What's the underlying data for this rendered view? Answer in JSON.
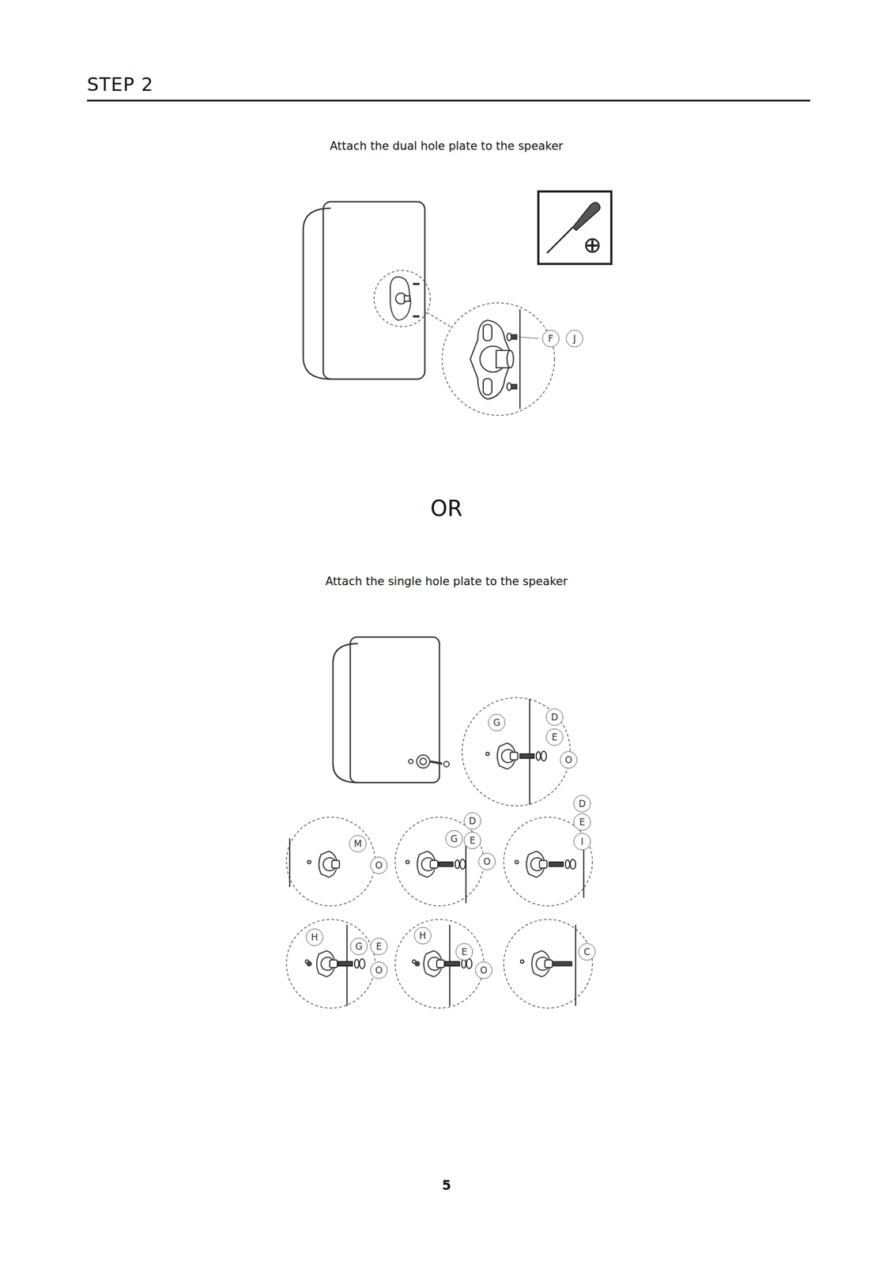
{
  "diagram": {
    "title": "STEP 2",
    "nodes": [
      {
        "text": [
          "F"
        ]
      },
      {
        "text": [
          "J"
        ]
      },
      {
        "text": [
          "G"
        ]
      },
      {
        "text": [
          "D"
        ]
      },
      {
        "text": [
          "E"
        ]
      },
      {
        "text": [
          "O"
        ]
      },
      {
        "text": [
          "M"
        ]
      },
      {
        "text": [
          "O"
        ]
      },
      {
        "text": [
          "D"
        ]
      },
      {
        "text": [
          "G"
        ]
      },
      {
        "text": [
          "E"
        ]
      },
      {
        "text": [
          "O"
        ]
      },
      {
        "text": [
          "D"
        ]
      },
      {
        "text": [
          "E"
        ]
      },
      {
        "text": [
          "I"
        ]
      },
      {
        "text": [
          "H"
        ]
      },
      {
        "text": [
          "G"
        ]
      },
      {
        "text": [
          "E"
        ]
      },
      {
        "text": [
          "O"
        ]
      },
      {
        "text": [
          "H"
        ]
      },
      {
        "text": [
          "E"
        ]
      },
      {
        "text": [
          "O"
        ]
      },
      {
        "text": [
          "C"
        ]
      }
    ],
    "labels": [
      "Attach the dual hole plate to the speaker",
      "OR",
      "Attach the single hole plate to the speaker",
      "5"
    ]
  }
}
